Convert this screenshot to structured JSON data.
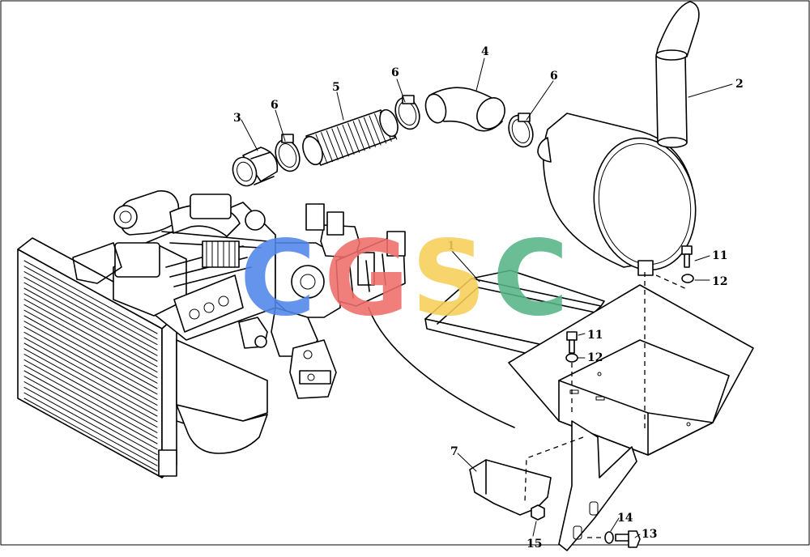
{
  "callouts": {
    "c1": "1",
    "c2": "2",
    "c3": "3",
    "c4": "4",
    "c5": "5",
    "c6a": "6",
    "c6b": "6",
    "c6c": "6",
    "c7": "7",
    "c11a": "11",
    "c11b": "11",
    "c12a": "12",
    "c12b": "12",
    "c13": "13",
    "c14": "14",
    "c15": "15"
  },
  "watermark": {
    "letters": [
      "C",
      "G",
      "S",
      "C"
    ],
    "colors": [
      "#4f86ea",
      "#ef6e6a",
      "#f6cf58",
      "#56b586"
    ]
  }
}
